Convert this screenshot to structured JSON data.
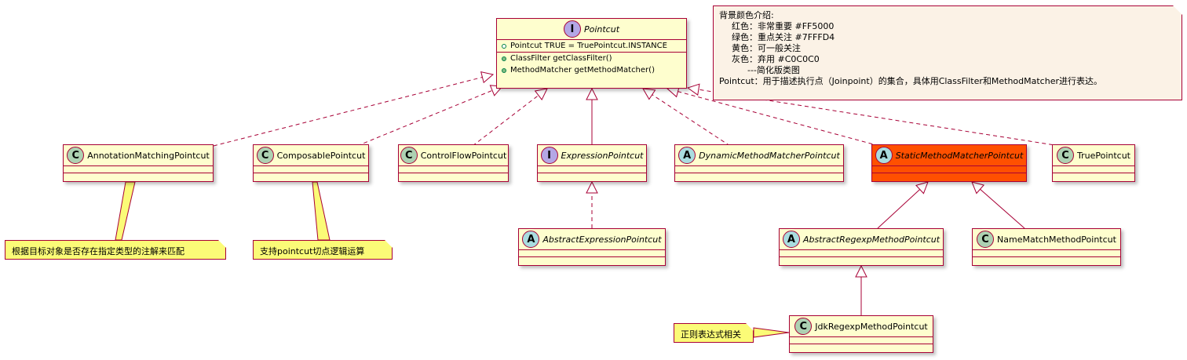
{
  "classes": {
    "pointcut": {
      "kind": "I",
      "name": "Pointcut",
      "fields": [
        "Pointcut TRUE = TruePointcut.INSTANCE"
      ],
      "methods": [
        "ClassFilter getClassFilter()",
        "MethodMatcher getMethodMatcher()"
      ]
    },
    "annotation_matching": {
      "kind": "C",
      "name": "AnnotationMatchingPointcut"
    },
    "composable": {
      "kind": "C",
      "name": "ComposablePointcut"
    },
    "control_flow": {
      "kind": "C",
      "name": "ControlFlowPointcut"
    },
    "expression": {
      "kind": "I",
      "name": "ExpressionPointcut"
    },
    "dynamic_method_matcher": {
      "kind": "A",
      "name": "DynamicMethodMatcherPointcut"
    },
    "static_method_matcher": {
      "kind": "A",
      "name": "StaticMethodMatcherPointcut",
      "color": "#FF5000"
    },
    "true_pointcut": {
      "kind": "C",
      "name": "TruePointcut"
    },
    "abstract_expression": {
      "kind": "A",
      "name": "AbstractExpressionPointcut"
    },
    "abstract_regexp": {
      "kind": "A",
      "name": "AbstractRegexpMethodPointcut"
    },
    "name_match": {
      "kind": "C",
      "name": "NameMatchMethodPointcut"
    },
    "jdk_regexp": {
      "kind": "C",
      "name": "JdkRegexpMethodPointcut"
    }
  },
  "notes": {
    "annotation": "根据目标对象是否存在指定类型的注解来匹配",
    "composable": "支持pointcut切点逻辑运算",
    "jdk_regexp": "正则表达式相关"
  },
  "legend": {
    "title": "背景颜色介绍:",
    "red": "红色：非常重要 #FF5000",
    "green": "绿色：重点关注 #7FFFD4",
    "yellow": "黄色：可一般关注",
    "gray": "灰色：弃用 #C0C0C0",
    "simplified": "---简化版类图",
    "desc": "Pointcut：用于描述执行点（Joinpoint）的集合，具体用ClassFilter和MethodMatcher进行表达。"
  },
  "colors": {
    "border": "#A80036",
    "class_bg": "#FEFECE",
    "note_bg": "#FBFB77",
    "highlight": "#FF5000",
    "legend_bg": "#FBF2E6"
  }
}
